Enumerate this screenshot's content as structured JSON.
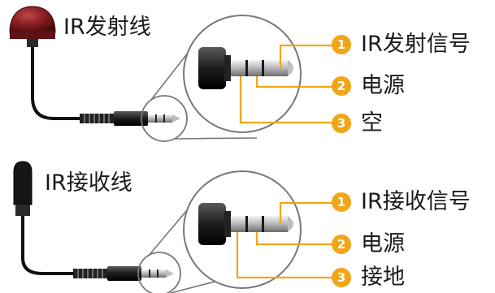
{
  "sections": [
    {
      "title": "IR发射线",
      "labels": [
        {
          "num": "1",
          "text": "IR发射信号"
        },
        {
          "num": "2",
          "text": "电源"
        },
        {
          "num": "3",
          "text": "空"
        }
      ]
    },
    {
      "title": "IR接收线",
      "labels": [
        {
          "num": "1",
          "text": "IR接收信号"
        },
        {
          "num": "2",
          "text": "电源"
        },
        {
          "num": "3",
          "text": "接地"
        }
      ]
    }
  ],
  "colors": {
    "accent": "#f2a516",
    "emitter": "#8b1e22",
    "receiver": "#1a1a1a"
  }
}
